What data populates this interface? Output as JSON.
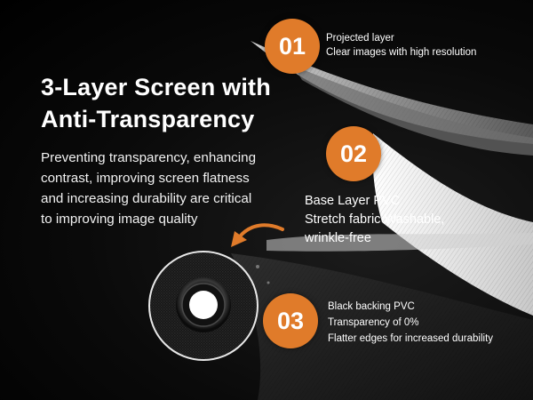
{
  "headline": {
    "line1": "3-Layer Screen with",
    "line2": "Anti-Transparency"
  },
  "description": {
    "line1": "Preventing transparency, enhancing",
    "line2": "contrast, improving screen flatness",
    "line3": "and increasing durability are critical",
    "line4": "to improving image quality"
  },
  "layers": [
    {
      "number": "01",
      "lines": [
        "Projected layer",
        "Clear images with high resolution"
      ]
    },
    {
      "number": "02",
      "lines": [
        "Base Layer PVC",
        "Stretch fabric Washable,",
        "wrinkle-free"
      ]
    },
    {
      "number": "03",
      "lines": [
        "Black backing PVC",
        "Transparency of 0%",
        "Flatter edges for increased durability"
      ]
    }
  ],
  "colors": {
    "badge_orange": "#e07b2a",
    "background": "#000000"
  },
  "icons": {
    "arrow": "curved-arrow-left-icon",
    "sample": "fabric-grommet-sample"
  }
}
